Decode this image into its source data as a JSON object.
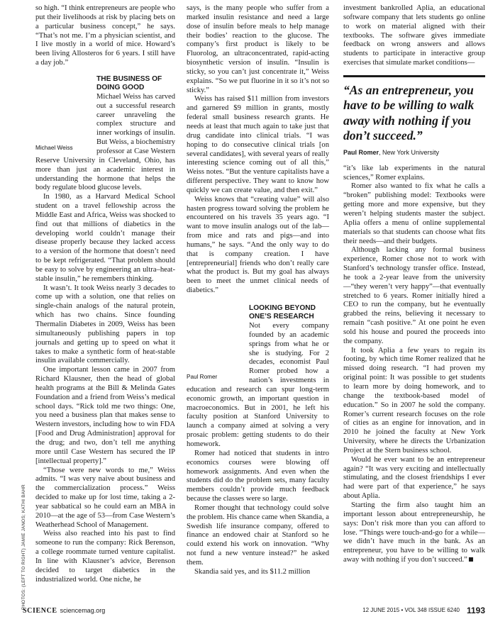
{
  "col1": {
    "p0": "so high. “I think entrepreneurs are people who put their livelihoods at risk by placing bets on a particular business concept,” he says. “That’s not me. I’m a physician scientist, and I live mostly in a world of mice. Howard’s been living Allosteros for 6 years. I still have a day job.”",
    "heading": "THE BUSINESS OF DOING GOOD",
    "photo_caption": "Michael Weiss",
    "p1": "Michael Weiss has carved out a successful research career unraveling the complex structure and inner workings of insulin. But Weiss, a biochemistry professor at Case Western Reserve University in Cleveland, Ohio, has more than just an academic interest in understanding the hormone that helps the body regulate blood glucose levels.",
    "p2": "In 1980, as a Harvard Medical School student on a travel fellowship across the Middle East and Africa, Weiss was shocked to find out that millions of diabetics in the developing world couldn’t manage their disease properly because they lacked access to a version of the hormone that doesn’t need to be kept refrigerated. “That problem should be easy to solve by engineering an ultra–heat-stable insulin,” he remembers thinking.",
    "p3": "It wasn’t. It took Weiss nearly 3 decades to come up with a solution, one that relies on single-chain analogs of the natural protein, which has two chains. Since founding Thermalin Diabetes in 2009, Weiss has been simultaneously publishing papers in top journals and getting up to speed on what it takes to make a synthetic form of heat-stable insulin available commercially.",
    "p4": "One important lesson came in 2007 from Richard Klausner, then the head of global health programs at the Bill & Melinda Gates Foundation and a friend from Weiss’s medical school days. “Rick told me two things: One, you need a business plan that makes sense to Western investors, including how to win FDA [Food and Drug Administration] approval for the drug; and two, don’t tell me anything more until Case Western has secured the IP [intellectual property].”",
    "p5": "“Those were new words to me,” Weiss admits. “I was very naive about business and the commercialization process.” Weiss decided to make up for lost time, taking a 2-year sabbatical so he could earn an MBA in 2010—at the age of 53—from Case Western’s Weatherhead School of Management.",
    "p6": "Weiss also reached into his past to find someone to run the company: Rick Berenson, a college roommate turned venture capitalist. In line with Klausner’s advice, Berenson decided to target diabetics in the industrialized world. One niche, he"
  },
  "col2": {
    "p0": "says, is the many people who suffer from a marked insulin resistance and need a large dose of insulin before meals to help manage their bodies’ reaction to the glucose. The company’s first product is likely to be Fluorolog, an ultraconcentrated, rapid-acting biosynthetic version of insulin. “Insulin is sticky, so you can’t just concentrate it,” Weiss explains. “So we put fluorine in it so it’s not so sticky.”",
    "p1": "Weiss has raised $11 million from investors and garnered $9 million in grants, mostly federal small business research grants. He needs at least that much again to take just that drug candidate into clinical trials. “I was hoping to do consecutive clinical trials [on several candidates], with several years of really interesting science coming out of all this,” Weiss notes. “But the venture capitalists have a different perspective. They want to know how quickly we can create value, and then exit.”",
    "p2": "Weiss knows that “creating value” will also hasten progress toward solving the problem he encountered on his travels 35 years ago. “I want to move insulin analogs out of the lab—from mice and rats and pigs—and into humans,” he says. “And the only way to do that is company creation. I have [entrepreneurial] friends who don’t really care what the product is. But my goal has always been to meet the unmet clinical needs of diabetics.”",
    "heading": "LOOKING BEYOND ONE’S RESEARCH",
    "photo_caption": "Paul Romer",
    "p3": "Not every company founded by an academic springs from what he or she is studying. For 2 decades, economist Paul Romer probed how a nation’s investments in education and research can spur long-term economic growth, an important question in macroeconomics. But in 2001, he left his faculty position at Stanford University to launch a company aimed at solving a very prosaic problem: getting students to do their homework.",
    "p4": "Romer had noticed that students in intro economics courses were blowing off homework assignments. And even when the students did do the problem sets, many faculty members couldn’t provide much feedback because the classes were so large.",
    "p5": "Romer thought that technology could solve the problem. His chance came when Skandia, a Swedish life insurance company, offered to finance an endowed chair at Stanford so he could extend his work on innovation. “Why not fund a new venture instead?” he asked them.",
    "p6": "Skandia said yes, and its $11.2 million"
  },
  "col3": {
    "p0": "investment bankrolled Aplia, an educational software company that lets students go online to work on material aligned with their textbooks. The software gives immediate feedback on wrong answers and allows students to participate in interactive group exercises that simulate market conditions—",
    "pull_quote": "“As an entrepreneur, you have to be willing to walk away with nothing if you don’t succeed.”",
    "pull_name": "Paul Romer",
    "pull_affil": ", New York University",
    "p1": "“it’s like lab experiments in the natural sciences,” Romer explains.",
    "p2": "Romer also wanted to fix what he calls a “broken” publishing model: Textbooks were getting more and more expensive, but they weren’t helping students master the subject. Aplia offers a menu of online supplemental materials so that students can choose what fits their needs—and their budgets.",
    "p3": "Although lacking any formal business experience, Romer chose not to work with Stanford’s technology transfer office. Instead, he took a 2-year leave from the university—“they weren’t very happy”—that eventually stretched to 6 years. Romer initially hired a CEO to run the company, but he eventually grabbed the reins, believing it necessary to remain “cash positive.” At one point he even sold his house and poured the proceeds into the company.",
    "p4": "It took Aplia a few years to regain its footing, by which time Romer realized that he missed doing research. “I had proven my original point: It was possible to get students to learn more by doing homework, and to change the textbook-based model of education.” So in 2007 he sold the company. Romer’s current research focuses on the role of cities as an engine for innovation, and in 2010 he joined the faculty at New York University, where he directs the Urbanization Project at the Stern business school.",
    "p5": "Would he ever want to be an entrepreneur again? “It was very exciting and intellectually stimulating, and the closest friendships I ever had were part of that experience,” he says about Aplia.",
    "p6": "Starting the firm also taught him an important lesson about entrepreneurship, he says: Don’t risk more than you can afford to lose. “Things were touch-and-go for a while—we didn’t have much in the bank. As an entrepreneur, you have to be willing to walk away with nothing if you don’t succeed.”"
  },
  "credit": "PHOTOS: (LEFT TO RIGHT) JAMIE JANOS; KATHI BAHR",
  "footer": {
    "journal": "SCIENCE",
    "site": "sciencemag.org",
    "issue": "12 JUNE 2015 • VOL 348 ISSUE 6240",
    "page": "1193"
  }
}
